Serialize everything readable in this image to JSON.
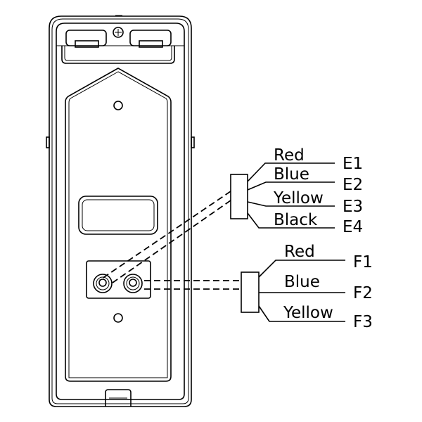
{
  "diagram": {
    "connector_e": {
      "wires": [
        {
          "color": "Red",
          "terminal": "E1"
        },
        {
          "color": "Blue",
          "terminal": "E2"
        },
        {
          "color": "Yellow",
          "terminal": "E3"
        },
        {
          "color": "Black",
          "terminal": "E4"
        }
      ]
    },
    "connector_f": {
      "wires": [
        {
          "color": "Red",
          "terminal": "F1"
        },
        {
          "color": "Blue",
          "terminal": "F2"
        },
        {
          "color": "Yellow",
          "terminal": "F3"
        }
      ]
    }
  }
}
